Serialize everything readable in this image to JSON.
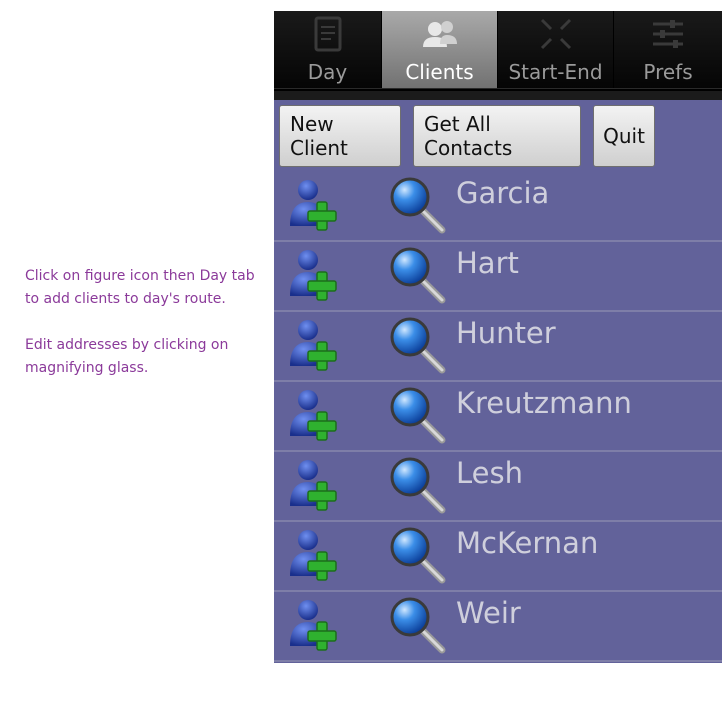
{
  "caption": {
    "line1": "Click on figure icon then Day tab to add clients to day's route.",
    "line2": "Edit addresses by clicking on magnifying glass."
  },
  "tabs": [
    {
      "label": "Day",
      "icon": "calendar-icon",
      "active": false
    },
    {
      "label": "Clients",
      "icon": "people-icon",
      "active": true
    },
    {
      "label": "Start-End",
      "icon": "arrows-icon",
      "active": false
    },
    {
      "label": "Prefs",
      "icon": "sliders-icon",
      "active": false
    }
  ],
  "toolbar": {
    "new_client_label": "New Client",
    "get_all_contacts_label": "Get All Contacts",
    "quit_label": "Quit"
  },
  "clients": [
    "Garcia",
    "Hart",
    "Hunter",
    "Kreutzmann",
    "Lesh",
    "McKernan",
    "Weir"
  ],
  "colors": {
    "panel": "#62629a",
    "caption_text": "#8b3a9a",
    "row_divider": "#7e7ea8",
    "active_tab": "#8f8f8f"
  }
}
